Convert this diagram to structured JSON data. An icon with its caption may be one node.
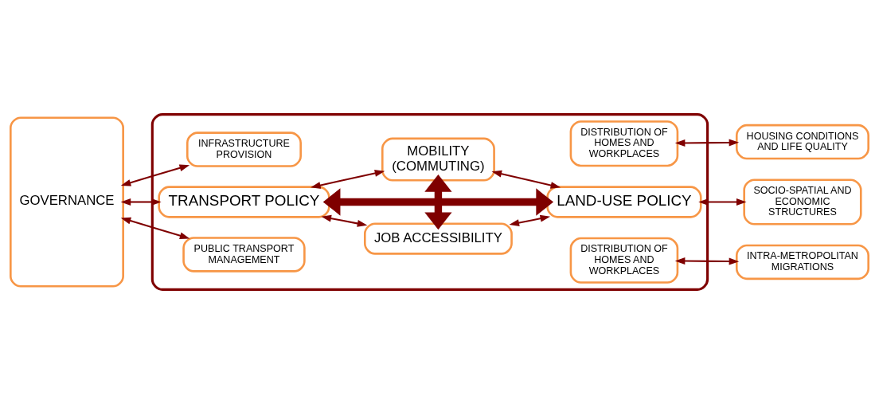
{
  "diagram": {
    "nodes": [
      {
        "text": [],
        "shape": "box"
      },
      {
        "text": [
          "JOB ACCESSIBILITY"
        ],
        "in": 0
      },
      {
        "text": [
          "INFRASTRUCTURE PROVISION"
        ],
        "in": 0
      },
      {
        "text": [
          "DISTRIBUTION OF HOMES AND WORKPLACES"
        ],
        "in": 0
      },
      {
        "text": [
          "TRANSPORT POLICY"
        ],
        "in": 0
      },
      {
        "text": [
          "LAND-USE POLICY"
        ],
        "in": 0
      },
      {
        "text": [
          "PUBLIC TRANSPORT MANAGEMENT"
        ],
        "in": 0
      },
      {
        "text": [
          "DISTRIBUTION OF HOMES AND WORKPLACES"
        ],
        "in": 0
      },
      {
        "text": [
          "MOBILITY (COMMUTING)"
        ],
        "in": 0
      },
      {
        "text": [
          "GOVERNANCE"
        ]
      },
      {
        "text": [
          "HOUSING CONDITIONS AND LIFE QUALITY"
        ]
      },
      {
        "text": [
          "SOCIO-SPATIAL AND ECONOMIC STRUCTURES"
        ]
      },
      {
        "text": [
          "INTRA-METROPOLITAN MIGRATIONS"
        ]
      }
    ],
    "edges": [
      {
        "from": 4,
        "to": 1,
        "arrow": "both"
      },
      {
        "from": 1,
        "to": 5,
        "arrow": "both"
      },
      {
        "from": 4,
        "to": 8,
        "arrow": "both"
      },
      {
        "from": 8,
        "to": 5,
        "arrow": "both"
      },
      {
        "from": 1,
        "to": 8,
        "arrow": "both",
        "style": "thick"
      },
      {
        "from": 4,
        "to": 5,
        "arrow": "both",
        "style": "thick"
      },
      {
        "from": 9,
        "to": 2,
        "arrow": "both"
      },
      {
        "from": 9,
        "to": 4,
        "arrow": "both"
      },
      {
        "from": 9,
        "to": 6,
        "arrow": "both"
      },
      {
        "from": 3,
        "to": 10,
        "arrow": "both"
      },
      {
        "from": 5,
        "to": 11,
        "arrow": "both"
      },
      {
        "from": 7,
        "to": 12,
        "arrow": "both"
      }
    ]
  }
}
